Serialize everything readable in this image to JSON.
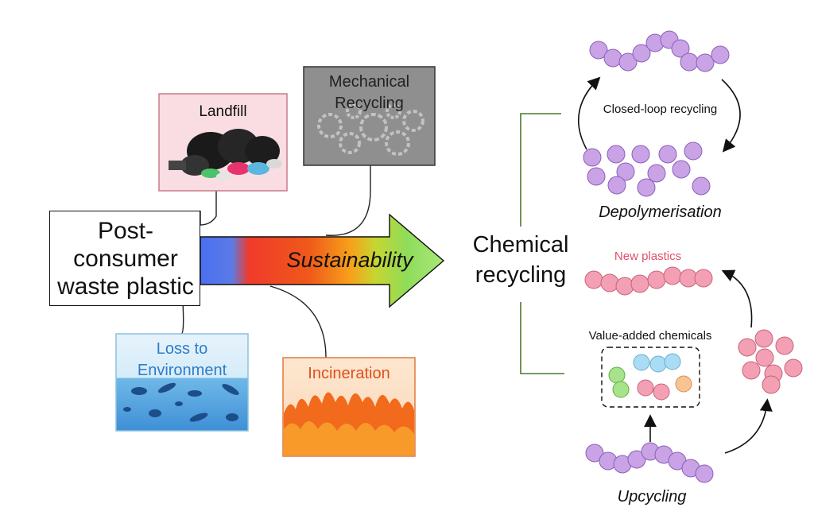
{
  "source": {
    "line1": "Post-",
    "line2": "consumer",
    "line3": "waste plastic"
  },
  "arrow": {
    "label": "Sustainability"
  },
  "landfill": {
    "label": "Landfill"
  },
  "mechanical": {
    "line1": "Mechanical",
    "line2": "Recycling"
  },
  "loss": {
    "line1": "Loss to",
    "line2": "Environment"
  },
  "incineration": {
    "label": "Incineration"
  },
  "chemical": {
    "line1": "Chemical",
    "line2": "recycling"
  },
  "closed_loop": {
    "label": "Closed-loop recycling"
  },
  "depolymerisation": {
    "label": "Depolymerisation"
  },
  "new_plastics": {
    "label": "New plastics"
  },
  "value_added": {
    "label": "Value-added chemicals"
  },
  "upcycling": {
    "label": "Upcycling"
  },
  "colors": {
    "polymer_purple": "#c9a3e6",
    "polymer_pink": "#f3a0b4",
    "landfill_bg": "#f9dde3",
    "mechanical_bg": "#8f8f8f",
    "water_bg": "#bfe1f5",
    "fire_orange": "#f26a1b",
    "arrow_green": "#8fdc5a"
  }
}
